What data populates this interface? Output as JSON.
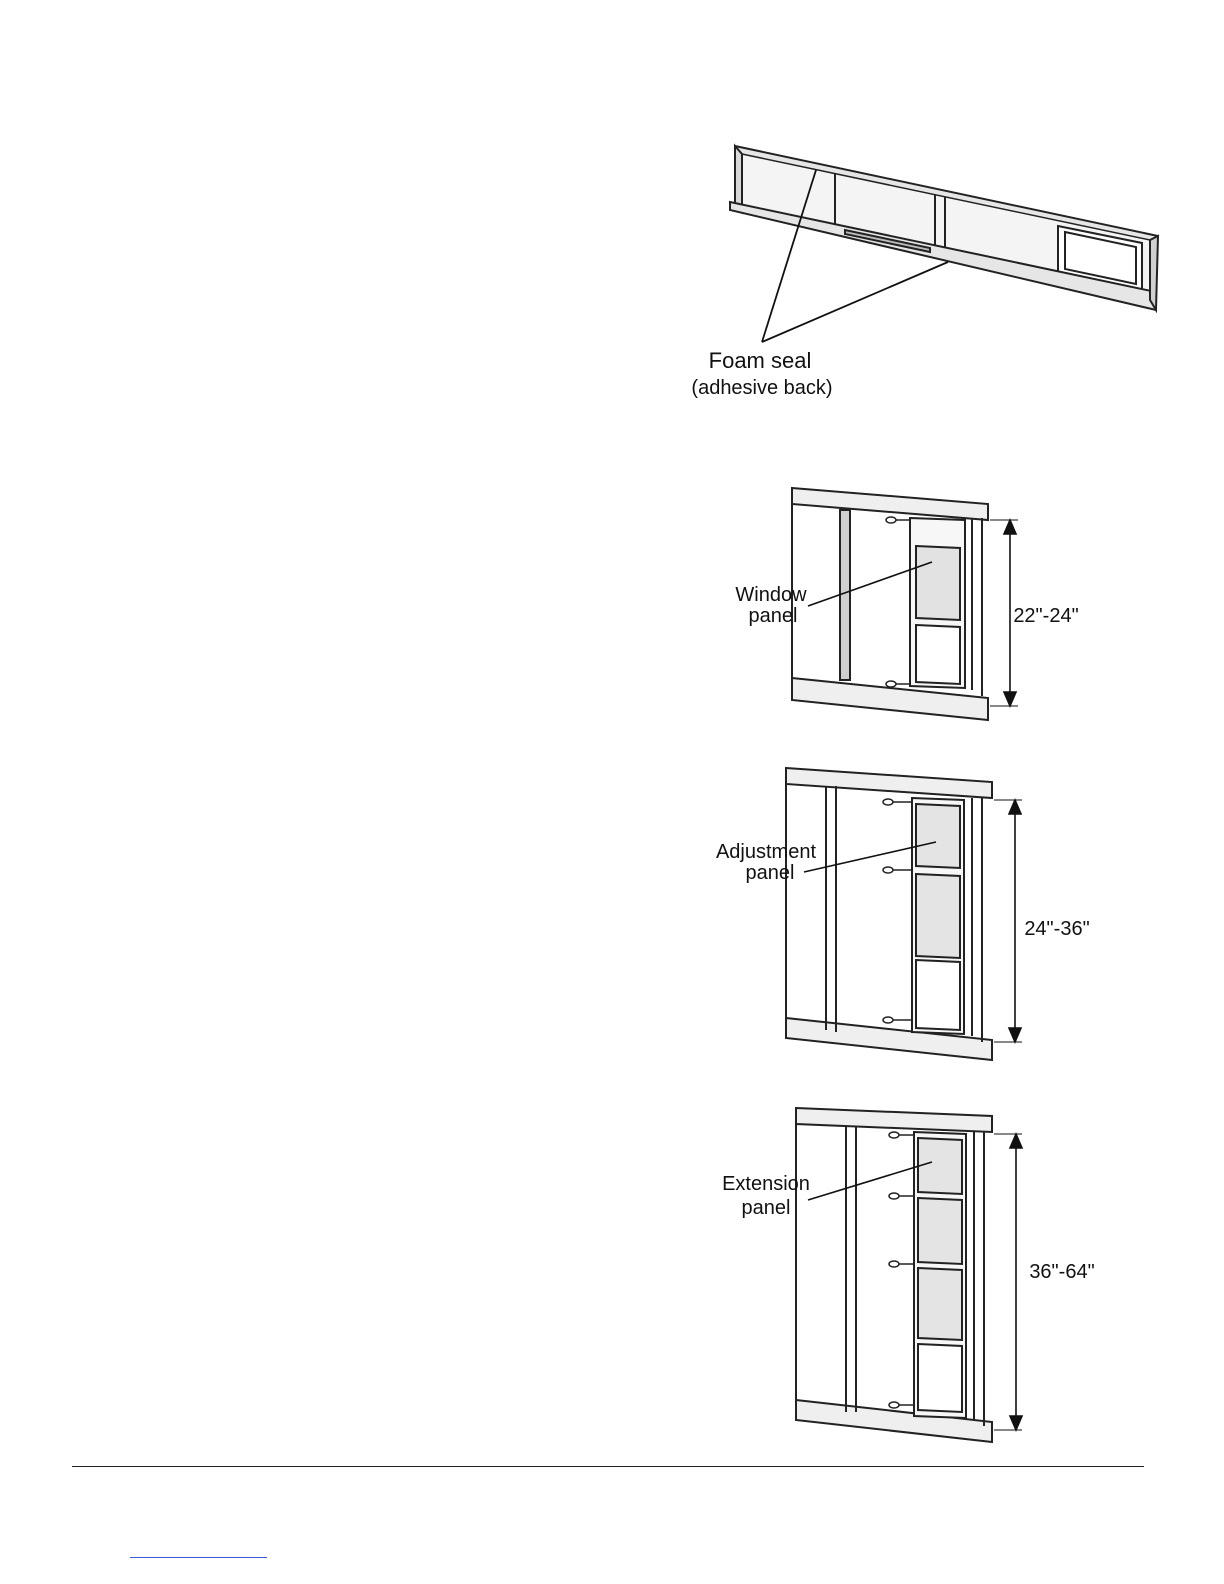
{
  "figures": {
    "foam_seal": {
      "label_line1": "Foam seal",
      "label_line2": "(adhesive back)"
    },
    "window_panel": {
      "label_line1": "Window",
      "label_line2": "panel",
      "dimension": "22\"-24\""
    },
    "adjustment_panel": {
      "label_line1": "Adjustment",
      "label_line2": "panel",
      "dimension": "24\"-36\""
    },
    "extension_panel": {
      "label_line1": "Extension",
      "label_line2": "panel",
      "dimension": "36\"-64\""
    }
  }
}
